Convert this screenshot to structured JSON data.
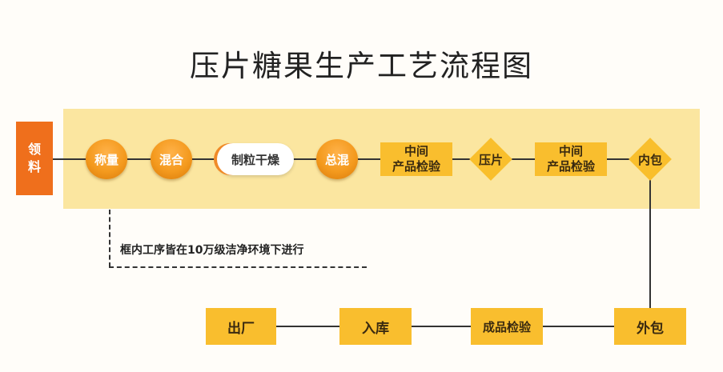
{
  "title": "压片糖果生产工艺流程图",
  "steps": {
    "lingliao": "领\n料",
    "chengliang": "称量",
    "hunhe": "混合",
    "zhili": "制粒干燥",
    "zonghun": "总混",
    "jianyan1": "中间\n产品检验",
    "yapian": "压片",
    "jianyan2": "中间\n产品检验",
    "neibao": "内包",
    "waibao": "外包",
    "chengpin": "成品检验",
    "ruku": "入库",
    "chuchang": "出厂"
  },
  "note": "框内工序皆在10万级洁净环境下进行",
  "colors": {
    "band": "#fbe6a0",
    "orange_circle": "#f49a1e",
    "yellow_box": "#f9be2e",
    "start_box": "#ef6f1c"
  }
}
